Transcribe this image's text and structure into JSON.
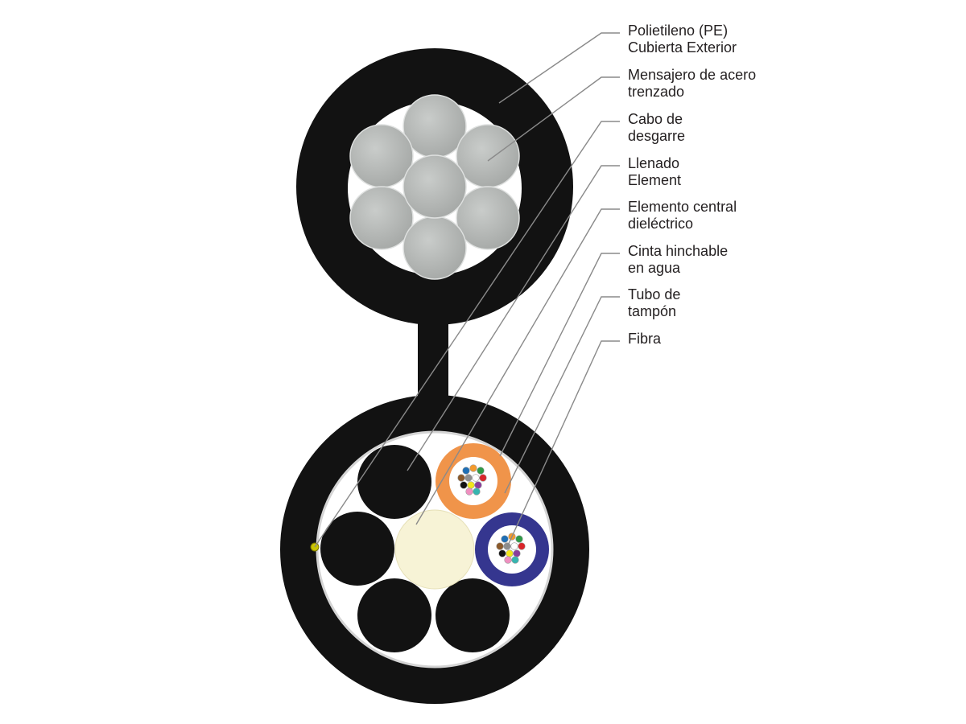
{
  "labels": [
    {
      "id": "pe-sheath",
      "lines": [
        "Polietileno (PE)",
        "Cubierta Exterior"
      ]
    },
    {
      "id": "steel-messenger",
      "lines": [
        "Mensajero de acero",
        "trenzado"
      ]
    },
    {
      "id": "ripcord",
      "lines": [
        "Cabo de",
        "desgarre"
      ]
    },
    {
      "id": "filler",
      "lines": [
        "Llenado",
        "Element"
      ]
    },
    {
      "id": "central-member",
      "lines": [
        "Elemento central",
        "dieléctrico"
      ]
    },
    {
      "id": "water-tape",
      "lines": [
        "Cinta hinchable",
        "en agua"
      ]
    },
    {
      "id": "buffer-tube",
      "lines": [
        "Tubo de",
        "tampón"
      ]
    },
    {
      "id": "fiber",
      "lines": [
        "Fibra"
      ]
    }
  ],
  "colors": {
    "sheath": "#121212",
    "steel_wire": "#b5b8b6",
    "central_member": "#f7f3d6",
    "buffer_tube_1": "#f0944a",
    "buffer_tube_2": "#35368f",
    "filler": "#121212",
    "leader_line": "#8a8a8a",
    "ripcord": "#c9c400"
  },
  "fiber_colors": [
    "#1f6fb5",
    "#f39a2d",
    "#2f9a47",
    "#8b5a2b",
    "#8e8e8e",
    "#ffffff",
    "#d9262b",
    "#111111",
    "#f2e71b",
    "#8a3d9c",
    "#ef8fc0",
    "#36b5b0"
  ]
}
